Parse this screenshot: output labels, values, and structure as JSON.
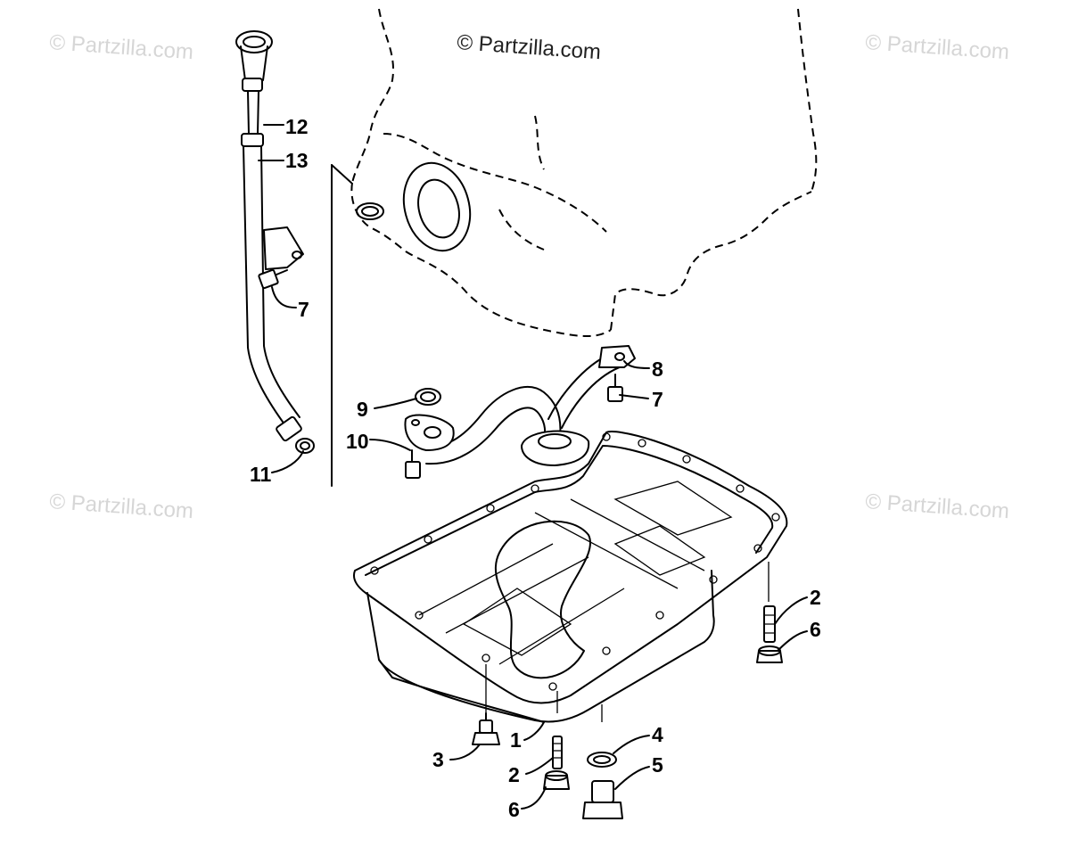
{
  "watermarks": {
    "main": "© Partzilla.com",
    "faint": "© Partzilla.com"
  },
  "callouts": {
    "c1": "1",
    "c2a": "2",
    "c2b": "2",
    "c3": "3",
    "c4": "4",
    "c5": "5",
    "c6a": "6",
    "c6b": "6",
    "c7a": "7",
    "c7b": "7",
    "c8": "8",
    "c9": "9",
    "c10": "10",
    "c11": "11",
    "c12": "12",
    "c13": "13"
  },
  "colors": {
    "ink": "#000000",
    "watermark": "#d6d6d6",
    "background": "#ffffff"
  }
}
